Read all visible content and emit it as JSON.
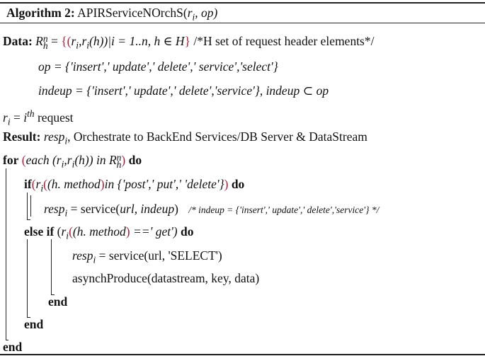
{
  "algorithm": {
    "label": "Algorithm 2:",
    "name": "APIRServiceNOrchS(",
    "params": "r",
    "params_sub": "i",
    "params_tail": ", op)"
  },
  "data_section": {
    "keyword": "Data:",
    "rhn_base": "R",
    "rhn_sup": "n",
    "rhn_sub": "h",
    "eq": " = ",
    "set_open": "{(",
    "set_body": "r",
    "set_body_sub": "i",
    "set_comma": ",r",
    "set_comma_sub": "i",
    "set_h": "(h))",
    "set_cond": "|i = 1..n, h ∈ H",
    "set_close": "}",
    "comment": " /*H set of request header elements*/",
    "op_line": "op = {'insert',' update',' delete',' service','select'}",
    "indeup_line": "indeup = {'insert',' update',' delete','service'}, indeup ⊂ op",
    "ri_base": "r",
    "ri_sub": "i",
    "ri_eq": " = ",
    "ri_i": "i",
    "ri_sup": "th",
    "ri_text": " request"
  },
  "result_section": {
    "keyword": "Result:",
    "resp_base": "resp",
    "resp_sub": "i",
    "text": ", Orchestrate to BackEnd Services/DB Server & DataStream"
  },
  "body": {
    "for_kw": "for",
    "for_open": " (",
    "for_each": "each (r",
    "for_sub1": "i",
    "for_mid": ",r",
    "for_sub2": "i",
    "for_h": "(h)) in R",
    "for_sup": "n",
    "for_sub3": "h",
    "for_close": ")",
    "do_kw": " do",
    "if_kw": "if",
    "if_open": "(",
    "if_r": "r",
    "if_sub": "i",
    "if_expr": "(h. method",
    "if_close_paren": ")",
    "if_in": "in {'post',' put',' 'delete'}",
    "if_close": ")",
    "resp1_base": "resp",
    "resp1_sub": "i",
    "resp1_eq": " = service(",
    "resp1_args": "url, indeup",
    "resp1_end": ")",
    "resp1_comment": "/* indeup = {'insert',' update',' delete','service'} */",
    "elseif_kw": "else if",
    "elseif_open": " (",
    "elseif_r": "r",
    "elseif_sub": "i",
    "elseif_expr": "(h. method",
    "elseif_close_paren": ")",
    "elseif_cmp": " ==' get')",
    "resp2_base": "resp",
    "resp2_sub": "i",
    "resp2_text": " = service(url, 'SELECT')",
    "async_text": "asynchProduce(datastream, key, data)",
    "end_kw": "end"
  }
}
